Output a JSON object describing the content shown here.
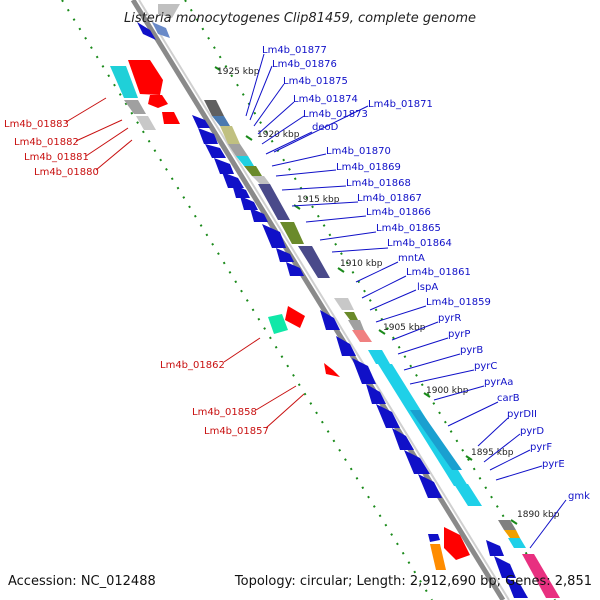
{
  "title": "Listeria monocytogenes Clip81459, complete genome",
  "accession": "Accession: NC_012488",
  "topology": "Topology: circular; Length: 2,912,690 bp; Genes: 2,851",
  "ticks": [
    "1925 kbp",
    "1920 kbp",
    "1915 kbp",
    "1910 kbp",
    "1905 kbp",
    "1900 kbp",
    "1895 kbp",
    "1890 kbp"
  ],
  "forward_genes": [
    "Lm4b_01877",
    "Lm4b_01876",
    "Lm4b_01875",
    "Lm4b_01874",
    "Lm4b_01873",
    "Lm4b_01871",
    "deoD",
    "Lm4b_01870",
    "Lm4b_01869",
    "Lm4b_01868",
    "Lm4b_01867",
    "Lm4b_01866",
    "Lm4b_01865",
    "Lm4b_01864",
    "mntA",
    "Lm4b_01861",
    "lspA",
    "Lm4b_01859",
    "pyrR",
    "pyrP",
    "pyrB",
    "pyrC",
    "pyrAa",
    "carB",
    "pyrDII",
    "pyrD",
    "pyrF",
    "pyrE",
    "gmk"
  ],
  "reverse_genes": [
    "Lm4b_01883",
    "Lm4b_01882",
    "Lm4b_01881",
    "Lm4b_01880",
    "Lm4b_01862",
    "Lm4b_01858",
    "Lm4b_01857"
  ],
  "colors": {
    "forward": "#1010c8",
    "reverse": "#c81010",
    "backbone": "#8a8a8a",
    "gc_skew": "#1a8a1a"
  }
}
